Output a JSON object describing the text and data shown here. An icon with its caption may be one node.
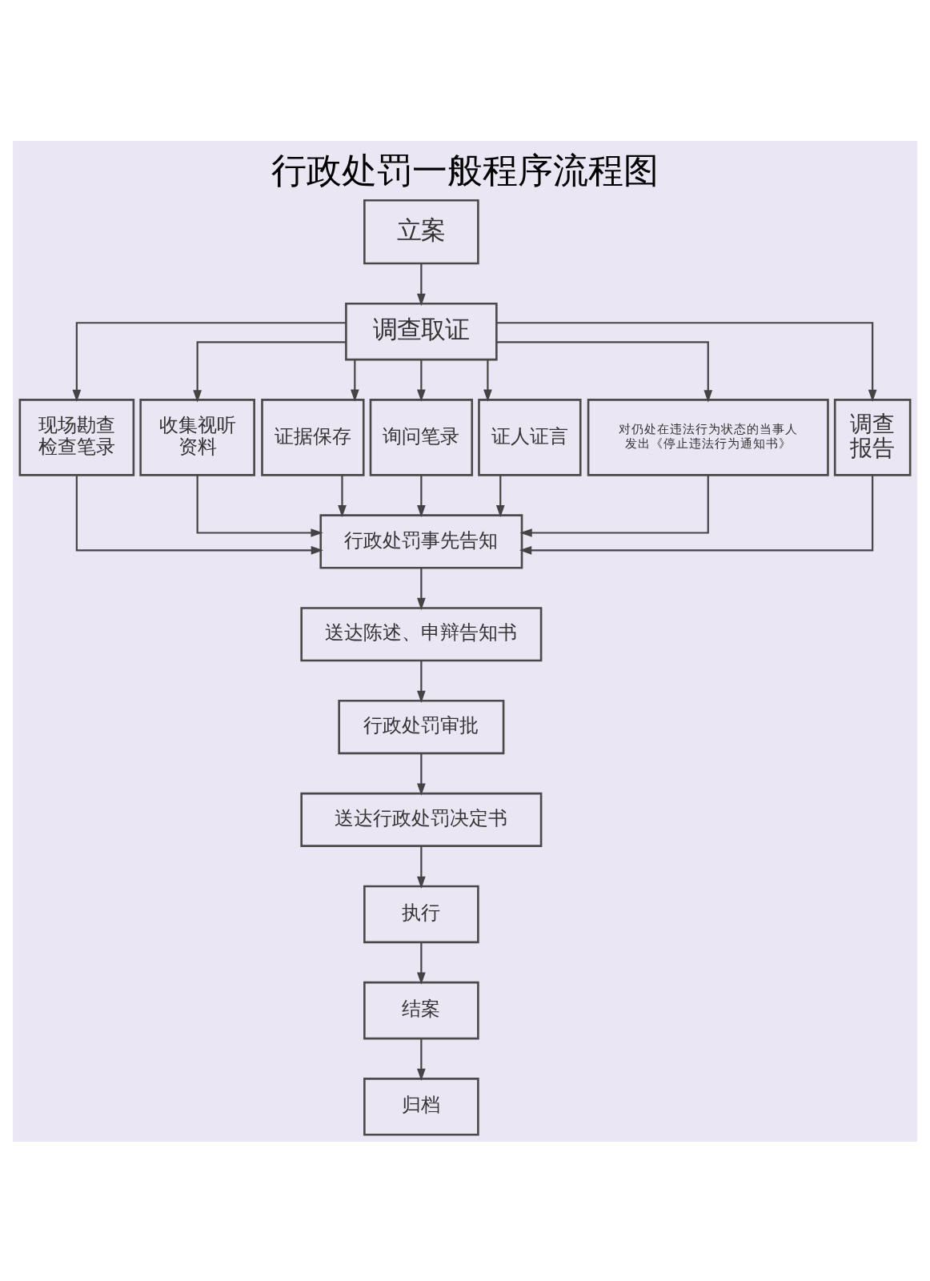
{
  "diagram": {
    "title": "行政处罚一般程序流程图",
    "nodes": [
      {
        "text": [
          "立案"
        ]
      },
      {
        "text": [
          "调查取证"
        ]
      },
      {
        "text": [
          "现场勘查检查笔录"
        ]
      },
      {
        "text": [
          "收集视听资料"
        ]
      },
      {
        "text": [
          "证据保存"
        ]
      },
      {
        "text": [
          "询问笔录"
        ]
      },
      {
        "text": [
          "证人证言"
        ]
      },
      {
        "text": [
          "对仍处在违法行为状态的当事人发出《停止违法行为通知书》"
        ]
      },
      {
        "text": [
          "调查报告"
        ]
      },
      {
        "text": [
          "行政处罚事先告知"
        ]
      },
      {
        "text": [
          "送达陈述、申辩告知书"
        ]
      },
      {
        "text": [
          "行政处罚审批"
        ]
      },
      {
        "text": [
          "送达行政处罚决定书"
        ]
      },
      {
        "text": [
          "执行"
        ]
      },
      {
        "text": [
          "结案"
        ]
      },
      {
        "text": [
          "归档"
        ]
      }
    ],
    "edges": [
      {
        "from": 0,
        "to": 1,
        "arrow": "to"
      },
      {
        "from": 1,
        "to": 2,
        "arrow": "to"
      },
      {
        "from": 1,
        "to": 3,
        "arrow": "to"
      },
      {
        "from": 1,
        "to": 4,
        "arrow": "to"
      },
      {
        "from": 1,
        "to": 5,
        "arrow": "to"
      },
      {
        "from": 1,
        "to": 6,
        "arrow": "to"
      },
      {
        "from": 1,
        "to": 7,
        "arrow": "to"
      },
      {
        "from": 1,
        "to": 8,
        "arrow": "to"
      },
      {
        "from": 2,
        "to": 9,
        "arrow": "to"
      },
      {
        "from": 3,
        "to": 9,
        "arrow": "to"
      },
      {
        "from": 4,
        "to": 9,
        "arrow": "to"
      },
      {
        "from": 5,
        "to": 9,
        "arrow": "to"
      },
      {
        "from": 6,
        "to": 9,
        "arrow": "to"
      },
      {
        "from": 7,
        "to": 9,
        "arrow": "to"
      },
      {
        "from": 8,
        "to": 9,
        "arrow": "to"
      },
      {
        "from": 9,
        "to": 10,
        "arrow": "to"
      },
      {
        "from": 10,
        "to": 11,
        "arrow": "to"
      },
      {
        "from": 11,
        "to": 12,
        "arrow": "to"
      },
      {
        "from": 12,
        "to": 13,
        "arrow": "to"
      },
      {
        "from": 13,
        "to": 14,
        "arrow": "to"
      },
      {
        "from": 14,
        "to": 15,
        "arrow": "to"
      }
    ]
  }
}
